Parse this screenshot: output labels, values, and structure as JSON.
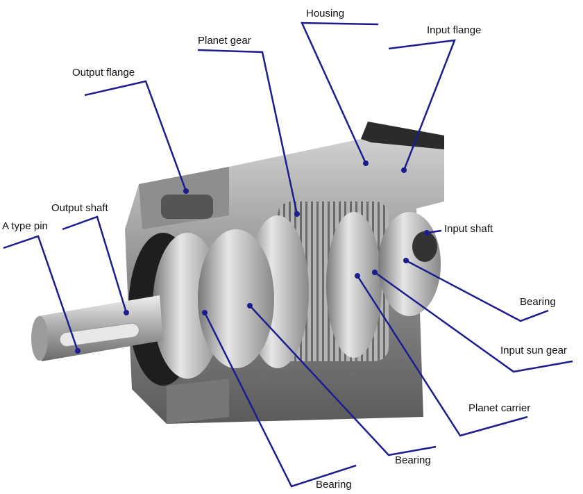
{
  "colors": {
    "leader_line": "#1c1c8e",
    "body_metal": "#9a9a9a",
    "dark_metal": "#2a2a2a"
  },
  "labels": {
    "housing": "Housing",
    "input_flange": "Input flange",
    "planet_gear": "Planet gear",
    "output_flange": "Output flange",
    "output_shaft": "Output shaft",
    "a_type_pin": "A type pin",
    "input_shaft": "Input shaft",
    "bearing_right": "Bearing",
    "input_sun_gear": "Input sun gear",
    "planet_carrier": "Planet carrier",
    "bearing_middle": "Bearing",
    "bearing_bottom": "Bearing"
  }
}
